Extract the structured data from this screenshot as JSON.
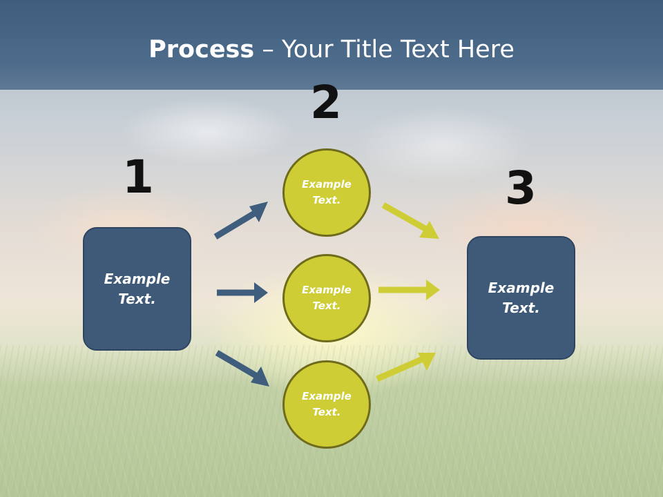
{
  "slide": {
    "title_bold": "Process",
    "title_rest": " – Your Title Text Here"
  },
  "steps": {
    "step1": {
      "number": "1",
      "text": "Example\nText."
    },
    "step2": {
      "number": "2"
    },
    "step3": {
      "number": "3",
      "text": "Example\nText."
    }
  },
  "circles": [
    {
      "text": "Example\nText."
    },
    {
      "text": "Example\nText."
    },
    {
      "text": "Example\nText."
    }
  ],
  "colors": {
    "box_fill": "#3e5a78",
    "circle_fill": "#cfcd36",
    "arrow_blue": "#3f5d7c",
    "arrow_yellow": "#cfcd36",
    "title_bar": "#4a6888"
  }
}
